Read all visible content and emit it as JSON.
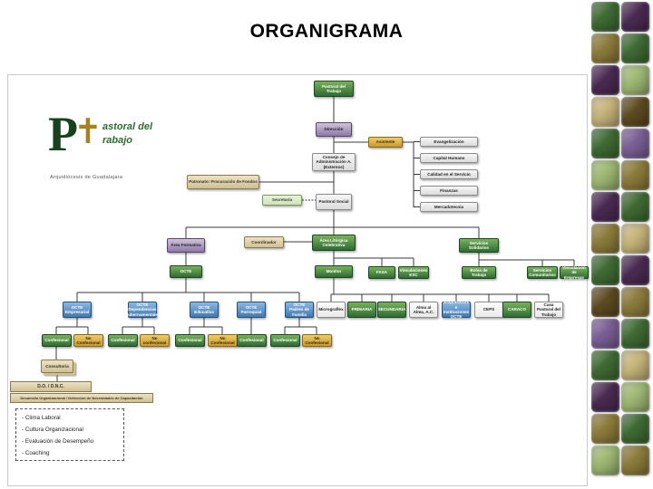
{
  "title": "ORGANIGRAMA",
  "logo": {
    "initial": "P",
    "cross_glyph": "✝",
    "rest1": "astoral del",
    "rest2": "rabajo",
    "caption": "Arquidiócesis de Guadalajara"
  },
  "org": {
    "nodes": [
      {
        "id": "pastoral-trabajo",
        "label": "Pastoral del Trabajo",
        "style": "green"
      },
      {
        "id": "direccion",
        "label": "Dirección",
        "style": "purple"
      },
      {
        "id": "asistente",
        "label": "Asistente",
        "style": "gold"
      },
      {
        "id": "evangelizacion",
        "label": "Evangelización",
        "style": "gray"
      },
      {
        "id": "capital-humano",
        "label": "Capital Humano",
        "style": "gray"
      },
      {
        "id": "calidad-servicio",
        "label": "Calidad en el Servicio",
        "style": "gray"
      },
      {
        "id": "finanzas",
        "label": "Finanzas",
        "style": "gray"
      },
      {
        "id": "mercadotecnia",
        "label": "Mercadotecnia",
        "style": "gray"
      },
      {
        "id": "consejo-administracion",
        "label": "Consejo de Administración A. (Externos)",
        "style": "gray"
      },
      {
        "id": "patronato",
        "label": "Patronato: Procuración de Fondos",
        "style": "tan"
      },
      {
        "id": "secretaria",
        "label": "Secretaría",
        "style": "lightgreen"
      },
      {
        "id": "pastoral-social",
        "label": "Pastoral Social",
        "style": "gray"
      },
      {
        "id": "area-formativa",
        "label": "Área Formativa",
        "style": "purple"
      },
      {
        "id": "coordinador",
        "label": "Coordinador",
        "style": "tan"
      },
      {
        "id": "area-liturgica",
        "label": "Área Litúrgica Celebrativa",
        "style": "green"
      },
      {
        "id": "servicios-solidarios",
        "label": "Servicios Solidarios",
        "style": "green"
      },
      {
        "id": "octe",
        "label": "OCTE",
        "style": "green"
      },
      {
        "id": "monitor",
        "label": "Monitor",
        "style": "green"
      },
      {
        "id": "fasa",
        "label": "FASA",
        "style": "green"
      },
      {
        "id": "vinculaciones-esc",
        "label": "Vinculaciones ESC",
        "style": "green"
      },
      {
        "id": "bolsa-trabajo",
        "label": "Bolsa de Trabajo",
        "style": "green"
      },
      {
        "id": "servicios-comunitarios",
        "label": "Servicios Comunitarios",
        "style": "green"
      },
      {
        "id": "vinculacion-empresas",
        "label": "Vinculación de Empresas",
        "style": "green"
      },
      {
        "id": "octe-empresarial",
        "label": "OCTE Empresarial",
        "style": "blue"
      },
      {
        "id": "octe-dependencias",
        "label": "OCTE Dependencias Gubernamentales",
        "style": "blue"
      },
      {
        "id": "octe-educativa",
        "label": "OCTE Educativa",
        "style": "blue"
      },
      {
        "id": "octe-parroquial",
        "label": "OCTE Parroquial",
        "style": "blue"
      },
      {
        "id": "octe-padres",
        "label": "OCTE Padres de Familia",
        "style": "blue"
      },
      {
        "id": "micrograflex",
        "label": "Micrograflex",
        "style": "white"
      },
      {
        "id": "primaria",
        "label": "PRIMARIA",
        "style": "green"
      },
      {
        "id": "secundaria",
        "label": "SECUNDARIA",
        "style": "green"
      },
      {
        "id": "alma-al-alma",
        "label": "Alma al Alma, A.C.",
        "style": "white"
      },
      {
        "id": "empresarios-instituciones",
        "label": "Empresarios e Instituciones OCTE",
        "style": "blue"
      },
      {
        "id": "ceps",
        "label": "CEPS",
        "style": "white"
      },
      {
        "id": "caraco",
        "label": "CARACO",
        "style": "green"
      },
      {
        "id": "casa-pastoral",
        "label": "Casa Pastoral del Trabajo",
        "style": "white"
      },
      {
        "id": "confesional-1",
        "label": "Confesional",
        "style": "green"
      },
      {
        "id": "no-confesional-1",
        "label": "No Confesional",
        "style": "gold"
      },
      {
        "id": "confesional-2",
        "label": "Confesional",
        "style": "green"
      },
      {
        "id": "no-confesional-2",
        "label": "No confesional",
        "style": "gold"
      },
      {
        "id": "confesional-3",
        "label": "Confesional",
        "style": "green"
      },
      {
        "id": "no-confesional-3",
        "label": "No Confesional",
        "style": "gold"
      },
      {
        "id": "confesional-4",
        "label": "Confesional",
        "style": "green"
      },
      {
        "id": "confesional-5",
        "label": "Confesional",
        "style": "green"
      },
      {
        "id": "no-confesional-5",
        "label": "No Confesional",
        "style": "gold"
      },
      {
        "id": "consultoria",
        "label": "Consultoría",
        "style": "tan"
      }
    ]
  },
  "footer": {
    "do_dnc_title": "D.O.  /  D.N.C.",
    "do_dnc_subtitle": "Desarrollo Organizacional  /  Detección de Necesidades de Capacitación",
    "dashed_items": [
      "Clima Laboral",
      "Cultura Organizacional",
      "Evaluación de Desempeño",
      "Coaching"
    ]
  },
  "colors": {
    "green": "#2f6b33",
    "purple": "#8d7aa6",
    "gold": "#c99a2e",
    "tan": "#cfc098",
    "lightgreen": "#cfe3b8",
    "blue": "#4379ad",
    "gray": "#dcdcdc",
    "connector_line": "#3a3a3a"
  },
  "decor": {
    "tiles": [
      "#3f6a33",
      "#4a2a52",
      "#8c7b3a",
      "#3f6a33",
      "#4a2a52",
      "#9fb974",
      "#c8b57c",
      "#5d4a20",
      "#3f6a33",
      "#7a5f96",
      "#9fb974",
      "#8c7b3a",
      "#4a2a52",
      "#3f6a33",
      "#8c7b3a",
      "#c8b57c",
      "#3f6a33",
      "#4a2a52",
      "#5d4a20",
      "#8c7b3a",
      "#7a5f96",
      "#3f6a33",
      "#3f6a33",
      "#c8b57c",
      "#4a2a52",
      "#9fb974",
      "#8c7b3a",
      "#3f6a33",
      "#9fb974",
      "#8c7b3a"
    ]
  }
}
